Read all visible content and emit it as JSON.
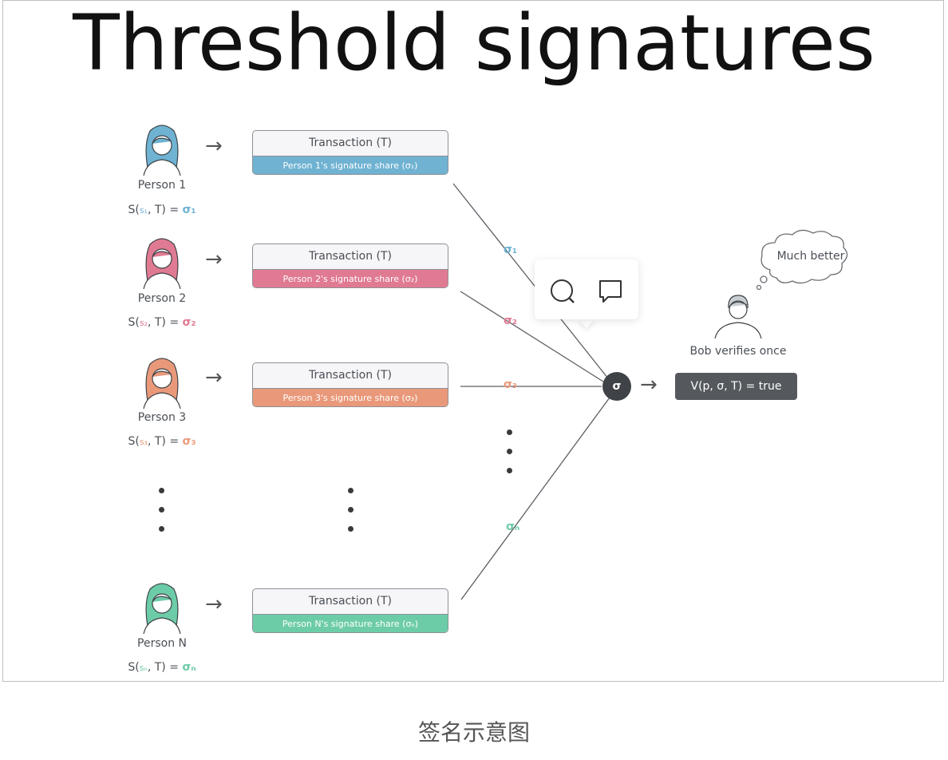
{
  "title": "Threshold signatures",
  "caption": "签名示意图",
  "colors": {
    "person1": "#6fb2d2",
    "person2": "#e07a92",
    "person3": "#e9997a",
    "personN": "#6dcca8",
    "dark": "#3f4246"
  },
  "persons": [
    {
      "name": "Person 1",
      "formula": {
        "prefix": "S(",
        "s": "s₁",
        "mid": ", T) = ",
        "sig": "σ₁"
      },
      "tx_title": "Transaction (T)",
      "share": "Person 1's signature share (σ₁)",
      "edge_label": "σ₁"
    },
    {
      "name": "Person 2",
      "formula": {
        "prefix": "S(",
        "s": "s₂",
        "mid": ", T) = ",
        "sig": "σ₂"
      },
      "tx_title": "Transaction (T)",
      "share": "Person 2's signature share (σ₂)",
      "edge_label": "σ₂"
    },
    {
      "name": "Person 3",
      "formula": {
        "prefix": "S(",
        "s": "s₃",
        "mid": ", T) = ",
        "sig": "σ₃"
      },
      "tx_title": "Transaction (T)",
      "share": "Person 3's signature share (σ₃)",
      "edge_label": "σ₃"
    },
    {
      "name": "Person N",
      "formula": {
        "prefix": "S(",
        "s": "sₙ",
        "mid": ", T) = ",
        "sig": "σₙ"
      },
      "tx_title": "Transaction (T)",
      "share": "Person N's signature share (σₙ)",
      "edge_label": "σₙ"
    }
  ],
  "aggregate": {
    "symbol": "σ"
  },
  "bob": {
    "label": "Bob verifies once",
    "thought": "Much better",
    "result": "V(p, σ, T) = true"
  },
  "icons": {
    "arrow": "→",
    "search": "search-icon",
    "comment": "comment-icon"
  }
}
